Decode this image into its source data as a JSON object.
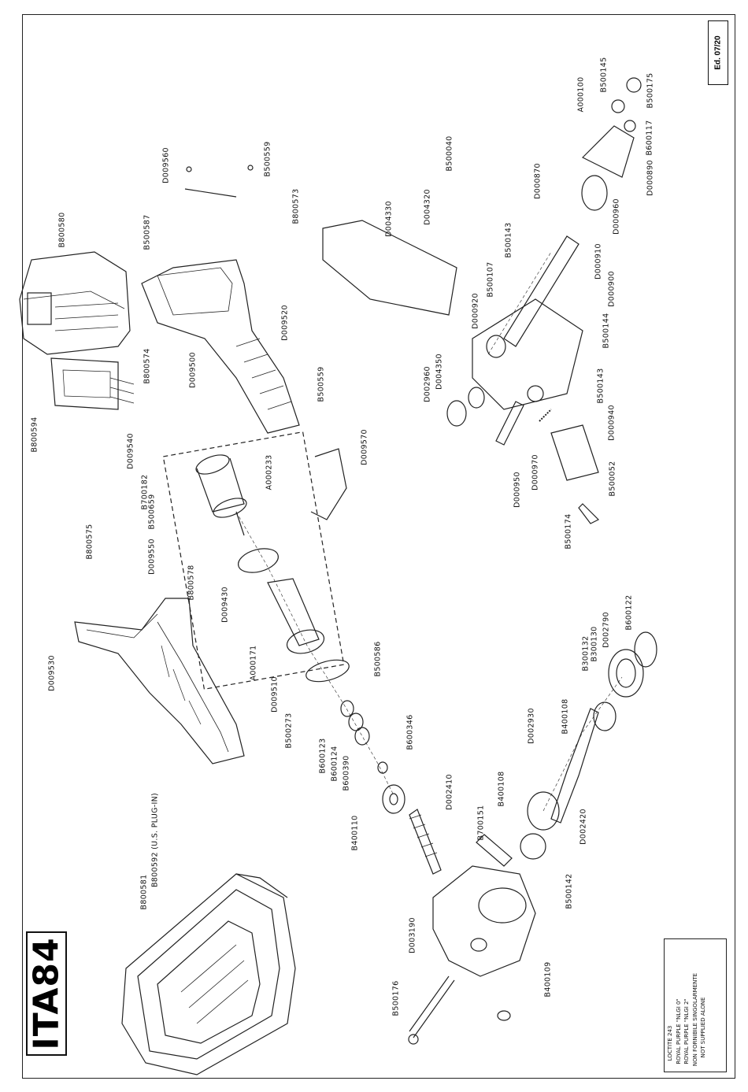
{
  "title": "ITA84",
  "edition": "Ed. 07/20",
  "legend": {
    "loctite": "LOCTITE 243",
    "royal_purple_0": "ROYAL PURPLE \"NLGI 0\"",
    "royal_purple_2": "ROYAL PURPLE \"NLGI 2\"",
    "not_supplied_it": "NON FORNIBILE SINGOLARMENTE",
    "not_supplied_en": "NOT SUPPLIED ALONE"
  },
  "parts": [
    "B800580",
    "B800594",
    "B800574",
    "B500587",
    "D009560",
    "B500559",
    "B800573",
    "D009520",
    "D009500",
    "B500559",
    "D009540",
    "B700182",
    "B500659",
    "B800575",
    "D009550",
    "B800578",
    "D009530",
    "A000233",
    "D009570",
    "D009430",
    "A000171",
    "D009510",
    "B500586",
    "B500273",
    "B600123",
    "B600124",
    "B600390",
    "B600346",
    "B800581",
    "B800592 (U.S. PLUG-IN)",
    "B400110",
    "D002410",
    "D003190",
    "B500176",
    "B400109",
    "B700151",
    "B500142",
    "B400108",
    "D002420",
    "D002930",
    "B400108",
    "B300132",
    "B300130",
    "D002790",
    "B600122",
    "D004330",
    "D004320",
    "B500040",
    "B500107",
    "B500143",
    "D002960",
    "D004350",
    "D000920",
    "D000950",
    "D000970",
    "B500174",
    "B500052",
    "D000940",
    "B500143",
    "B500144",
    "D000900",
    "D000910",
    "D000870",
    "D000960",
    "D000890",
    "B600117",
    "A000100",
    "B500145",
    "B500175"
  ]
}
